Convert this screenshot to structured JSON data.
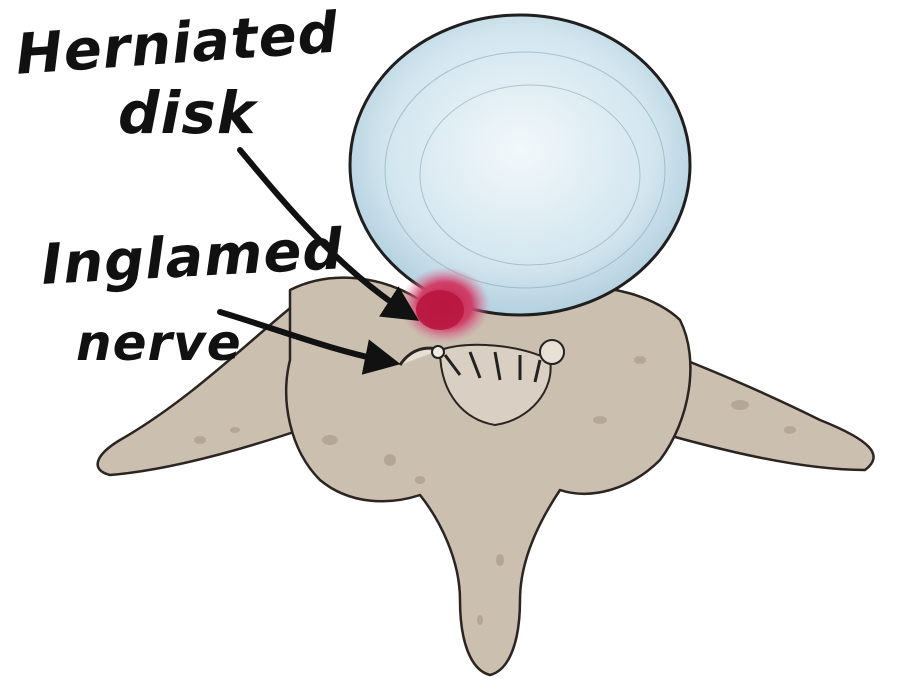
{
  "labels": {
    "line1": "Herniated",
    "line2": "disk",
    "line3": "Inglamed",
    "line4": "nerve"
  },
  "colors": {
    "disk": "#cfe3ec",
    "disk_shade": "#b6d2e0",
    "bone": "#cbbfb0",
    "bone_dark": "#9e8f80",
    "herniation": "#c8294f",
    "ink": "#111111"
  }
}
